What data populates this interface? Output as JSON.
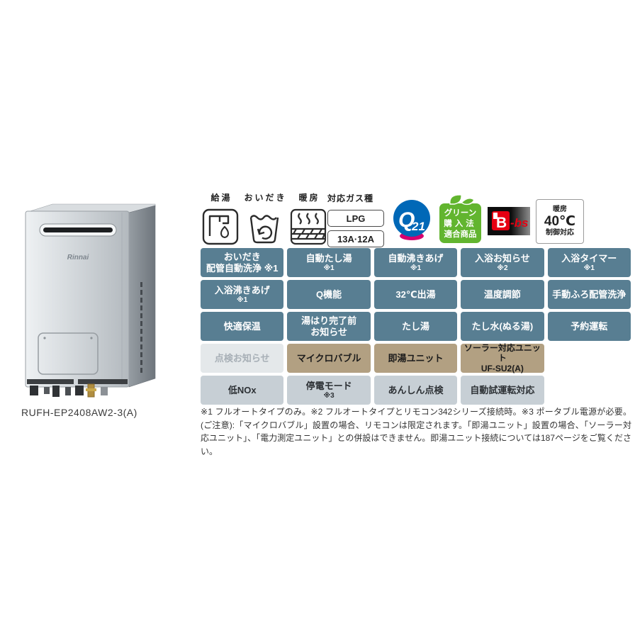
{
  "product": {
    "brand": "Rinnai",
    "model_label": "RUFH-EP2408AW2-3(A)"
  },
  "function_icons": [
    {
      "label": "給湯"
    },
    {
      "label": "おいだき"
    },
    {
      "label": "暖房"
    }
  ],
  "gas": {
    "title": "対応ガス種",
    "options": [
      "LPG",
      "13A·12A"
    ]
  },
  "badges": {
    "q21": {
      "q": "Q",
      "num": "21"
    },
    "green": {
      "lines": [
        "グリーン",
        "購入法",
        "適合商品"
      ]
    },
    "bbs": {
      "b": "B",
      "suffix": "-bs"
    },
    "heat40": {
      "lines": [
        "暖房",
        "40℃",
        "制御対応"
      ]
    }
  },
  "colors": {
    "teal": "#587e92",
    "tan": "#b2a082",
    "muted_bg": "#e4e8ea",
    "gray": "#c7cfd5",
    "q21_blue": "#0068b7",
    "q21_pink": "#d6006f",
    "green_badge": "#62b52f",
    "bbs_red": "#e60012"
  },
  "features": {
    "cells": [
      {
        "label": "おいだき\n配管自動洗浄 ※1"
      },
      {
        "label": "自動たし湯",
        "note": "※1"
      },
      {
        "label": "自動沸きあげ",
        "note": "※1"
      },
      {
        "label": "入浴お知らせ",
        "note": "※2"
      },
      {
        "label": "入浴タイマー",
        "note": "※1"
      },
      {
        "label": "入浴沸きあげ",
        "note": "※1"
      },
      {
        "label": "Q機能"
      },
      {
        "label": "32℃出湯"
      },
      {
        "label": "温度調節"
      },
      {
        "label": "手動ふろ配管洗浄"
      },
      {
        "label": "快適保温"
      },
      {
        "label": "湯はり完了前\nお知らせ"
      },
      {
        "label": "たし湯"
      },
      {
        "label": "たし水(ぬる湯)"
      },
      {
        "label": "予約運転"
      },
      {
        "label": "点検お知らせ"
      },
      {
        "label": "マイクロバブル"
      },
      {
        "label": "即湯ユニット"
      },
      {
        "label": "ソーラー対応ユニット\nUF-SU2(A)"
      },
      {
        "label": "低NOx"
      },
      {
        "label": "停電モード",
        "note": "※3"
      },
      {
        "label": "あんしん点検"
      },
      {
        "label": "自動試運転対応"
      }
    ]
  },
  "footnote": "※1 フルオートタイプのみ。※2 フルオートタイプとリモコン342シリーズ接続時。※3 ポータブル電源が必要。(ご注意):「マイクロバブル」設置の場合、リモコンは限定されます。「即湯ユニット」設置の場合、「ソーラー対応ユニット」、「電力測定ユニット」との併設はできません。即湯ユニット接続については187ページをご覧ください。"
}
